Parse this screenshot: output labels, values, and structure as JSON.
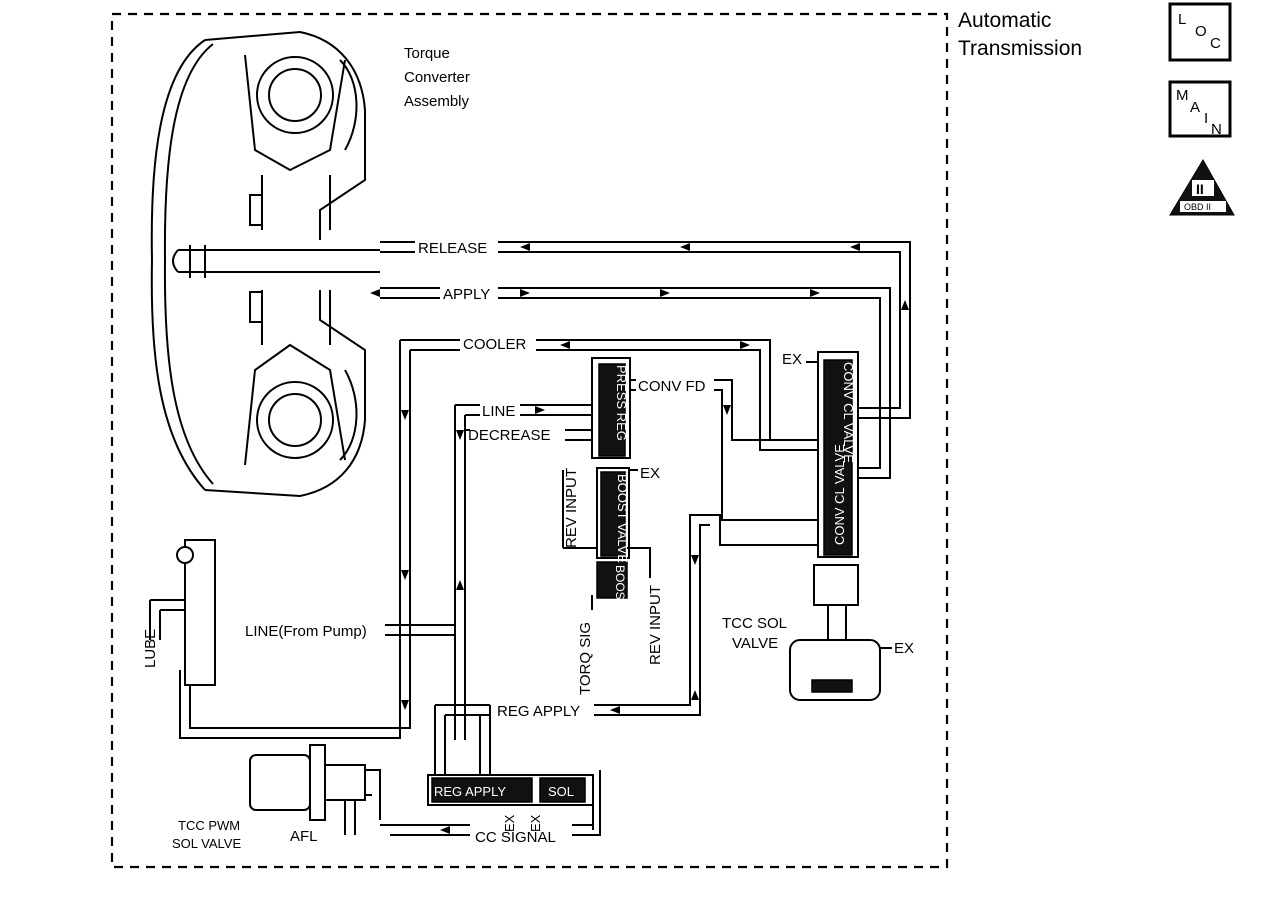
{
  "header": {
    "title_line1": "Automatic",
    "title_line2": "Transmission"
  },
  "badges": {
    "loc": [
      "L",
      "O",
      "C"
    ],
    "main": [
      "M",
      "A",
      "I",
      "N"
    ],
    "obd": {
      "numeral": "II",
      "text": "OBD II"
    }
  },
  "labels": {
    "torque_converter": [
      "Torque",
      "Converter",
      "Assembly"
    ],
    "release": "RELEASE",
    "apply": "APPLY",
    "cooler": "COOLER",
    "ex_top": "EX",
    "conv_fd": "CONV FD",
    "line": "LINE",
    "decrease": "DECREASE",
    "ex_mid": "EX",
    "rev_input_left": "REV INPUT",
    "rev_input_right": "REV INPUT",
    "torq_sig": "TORQ SIG",
    "lube": "LUBE",
    "line_from_pump": "LINE(From Pump)",
    "tcc_sol_valve": [
      "TCC SOL",
      "VALVE"
    ],
    "ex_sol": "EX",
    "reg_apply": "REG APPLY",
    "ex_small_1": "EX",
    "ex_small_2": "EX",
    "tcc_pwm": [
      "TCC PWM",
      "SOL VALVE"
    ],
    "afl": "AFL",
    "cc_signal": "CC SIGNAL"
  },
  "valves": {
    "press_reg": "PRESS REG",
    "boost_valve": "BOOST VALVE",
    "boost": "BOOST",
    "conv_cl_valve": "CONV CL VALVE",
    "conv_cl_lower": "CONV CL VALVE",
    "reg_apply_valve": "REG APPLY",
    "sol": "SOL"
  }
}
